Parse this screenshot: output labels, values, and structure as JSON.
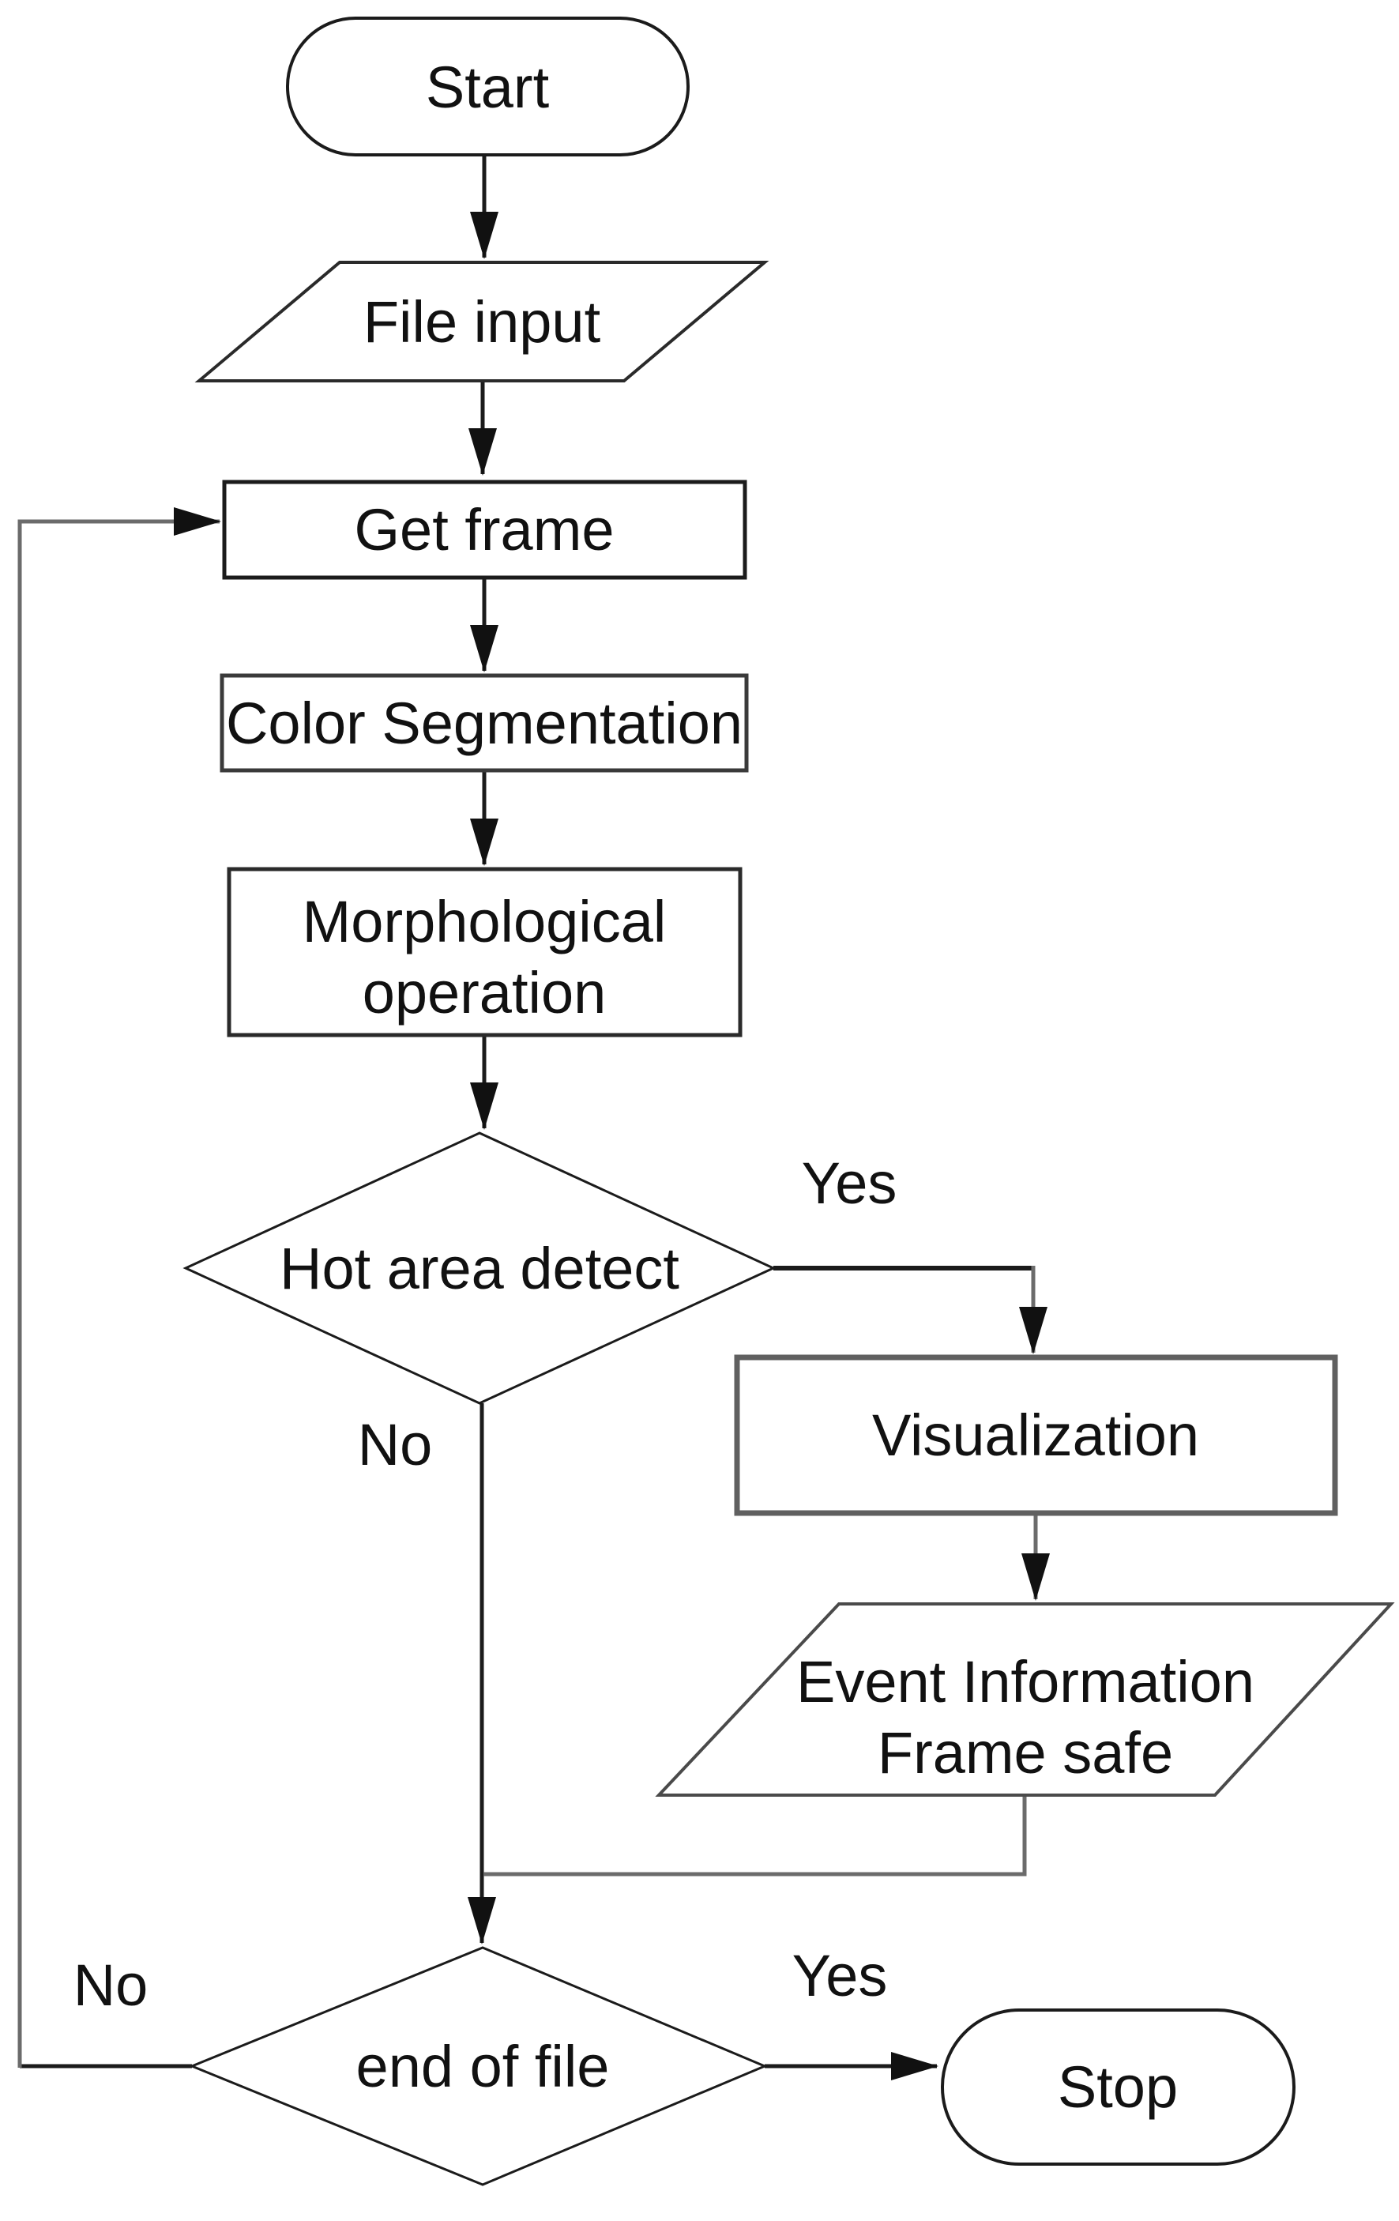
{
  "diagram": {
    "kind": "flowchart",
    "nodes": {
      "start": {
        "label": "Start",
        "shape": "terminator"
      },
      "file_input": {
        "label": "File input",
        "shape": "parallelogram"
      },
      "get_frame": {
        "label": "Get frame",
        "shape": "process"
      },
      "color_segmentation": {
        "label": "Color Segmentation",
        "shape": "process"
      },
      "morphological_operation": {
        "label_line1": "Morphological",
        "label_line2": "operation",
        "shape": "process"
      },
      "hot_area_detect": {
        "label": "Hot area detect",
        "shape": "decision"
      },
      "visualization": {
        "label": "Visualization",
        "shape": "process"
      },
      "event_information": {
        "label_line1": "Event Information",
        "label_line2": "Frame safe",
        "shape": "parallelogram"
      },
      "end_of_file": {
        "label": "end of file",
        "shape": "decision"
      },
      "stop": {
        "label": "Stop",
        "shape": "terminator"
      }
    },
    "edge_labels": {
      "hot_area_detect_yes": "Yes",
      "hot_area_detect_no": "No",
      "end_of_file_yes": "Yes",
      "end_of_file_no": "No"
    },
    "colors": {
      "background": "#ffffff",
      "node_fill": "#ffffff",
      "stroke_dark": "#1b1b1b",
      "stroke_gray": "#6b6b6b",
      "text": "#111111",
      "arrowhead": "#111111"
    }
  }
}
